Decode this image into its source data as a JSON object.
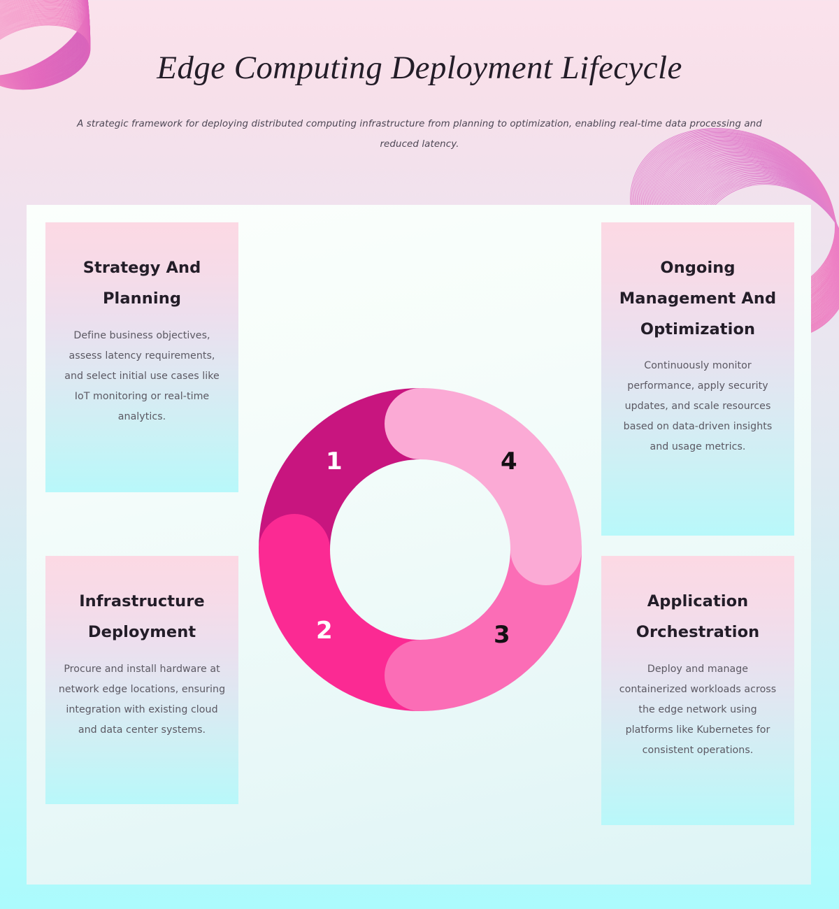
{
  "header": {
    "title": "Edge Computing Deployment Lifecycle",
    "subtitle": "A strategic framework for deploying distributed computing infrastructure from planning to optimization, enabling real-time data processing and reduced latency."
  },
  "cards": [
    {
      "number": "1",
      "title": "Strategy And Planning",
      "body": "Define business objectives, assess latency requirements, and select initial use cases like IoT monitoring or real-time analytics."
    },
    {
      "number": "2",
      "title": "Infrastructure Deployment",
      "body": "Procure and install hardware at network edge locations, ensuring integration with existing cloud and data center systems."
    },
    {
      "number": "3",
      "title": "Application Orchestration",
      "body": "Deploy and manage containerized workloads across the edge network using platforms like Kubernetes for consistent operations."
    },
    {
      "number": "4",
      "title": "Ongoing Management And Optimization",
      "body": "Continuously monitor performance, apply security updates, and scale resources based on data-driven insights and usage metrics."
    }
  ],
  "chart_data": {
    "type": "pie",
    "title": "Edge Computing Deployment Lifecycle",
    "subtype": "donut",
    "categories": [
      "Strategy And Planning",
      "Infrastructure Deployment",
      "Application Orchestration",
      "Ongoing Management And Optimization"
    ],
    "values": [
      25,
      25,
      25,
      25
    ],
    "labels": [
      "1",
      "2",
      "3",
      "4"
    ],
    "colors": [
      "#c8157f",
      "#fb2a93",
      "#fb6db6",
      "#fbaad5"
    ],
    "label_colors": [
      "#ffffff",
      "#ffffff",
      "#141014",
      "#141014"
    ],
    "start_angle_deg": 0,
    "direction": "counterclockwise",
    "outer_radius_px": 231,
    "inner_radius_px": 129,
    "rounded_caps": true,
    "legend": "none",
    "grid": false
  },
  "theme": {
    "page_bg_top": "#fbe2ec",
    "page_bg_bottom": "#abfbfd",
    "panel_bg": "#f6fdfa",
    "card_bg_top": "#fcd9e4",
    "card_bg_bottom": "#b8f8fa",
    "title_color": "#231d28",
    "body_color": "#5b5862",
    "accent_deep": "#c8157f",
    "accent_bright": "#fb2a93",
    "accent_mid": "#fb6db6",
    "accent_light": "#fbaad5",
    "deco_line_color": "#e83fa6"
  },
  "icons": {
    "ribbon_topleft": "ribbon-swirl-icon",
    "ribbon_right": "ribbon-swirl-icon"
  }
}
